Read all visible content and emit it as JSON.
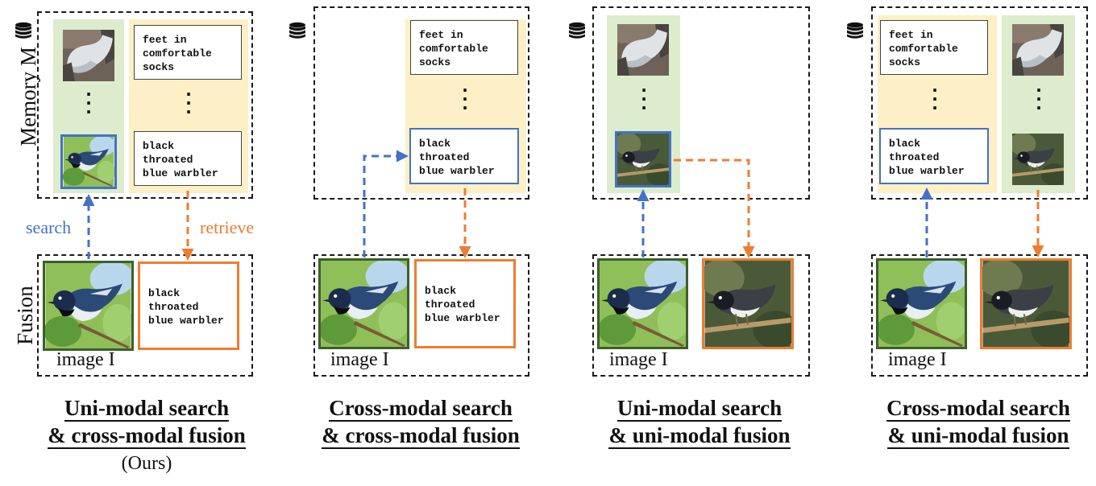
{
  "labels": {
    "memory": "Memory M",
    "fusion": "Fusion",
    "image": "image I",
    "search": "search",
    "retrieve": "retrieve",
    "ours": "(Ours)"
  },
  "texts": {
    "feet": "feet in\ncomfortable\nsocks",
    "warbler": "black\nthroated\nblue warbler"
  },
  "captions": [
    {
      "line1": "Uni-modal search",
      "line2": "& cross-modal fusion"
    },
    {
      "line1": "Cross-modal search",
      "line2": "& cross-modal fusion"
    },
    {
      "line1": "Uni-modal search",
      "line2": "& uni-modal fusion"
    },
    {
      "line1": "Cross-modal search",
      "line2": "& uni-modal fusion"
    }
  ],
  "colors": {
    "search": "#4472c4",
    "retrieve": "#ed7d31",
    "memory_image_band": "#dceccc",
    "memory_text_band": "#fdefc6"
  },
  "icons": [
    "database-icon",
    "sock-photo",
    "bird-photo"
  ]
}
